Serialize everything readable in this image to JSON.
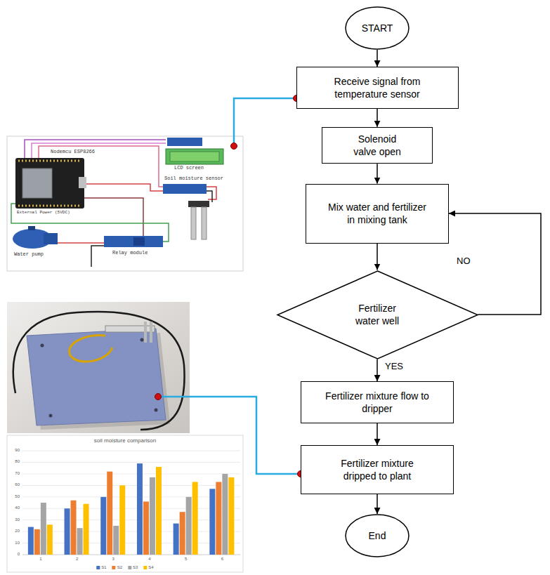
{
  "diagram": {
    "nodes": [
      {
        "text": [
          "START"
        ]
      },
      {
        "text": [
          "Receive signal from temperature sensor"
        ]
      },
      {
        "text": [
          "Solenoid valve open"
        ]
      },
      {
        "text": [
          "Mix water and fertilizer in mixing tank"
        ]
      },
      {
        "text": [
          "Fertilizer water well"
        ]
      },
      {
        "text": [
          "Fertilizer mixture flow to dripper"
        ]
      },
      {
        "text": [
          "Fertilizer mixture dripped to plant"
        ]
      },
      {
        "text": [
          "End"
        ]
      }
    ],
    "edges": [
      {
        "from": 0,
        "to": 1,
        "arrow": "to"
      },
      {
        "from": 1,
        "to": 2,
        "arrow": "to"
      },
      {
        "from": 2,
        "to": 3,
        "arrow": "to"
      },
      {
        "from": 3,
        "to": 4,
        "arrow": "to"
      },
      {
        "from": 4,
        "to": 3,
        "label": "NO",
        "arrow": "to"
      },
      {
        "from": 4,
        "to": 5,
        "label": "YES",
        "arrow": "to"
      },
      {
        "from": 5,
        "to": 6,
        "arrow": "to"
      },
      {
        "from": 6,
        "to": 7,
        "arrow": "to"
      }
    ],
    "labels": [
      "Nodemcu ESP8266",
      "LCD screen",
      "Soil moisture sensor",
      "External Power (5VDC)",
      "Water pump",
      "Relay module",
      "soil moisture comparison",
      "0",
      "10",
      "20",
      "30",
      "40",
      "50",
      "60",
      "70",
      "80",
      "90",
      "1",
      "2",
      "3",
      "4",
      "5",
      "6"
    ],
    "legend": [
      {
        "text": "S1",
        "color": "#4472c4"
      },
      {
        "text": "S2",
        "color": "#ed7d31"
      },
      {
        "text": "S3",
        "color": "#a5a5a5"
      },
      {
        "text": "S4",
        "color": "#ffc000"
      }
    ]
  }
}
